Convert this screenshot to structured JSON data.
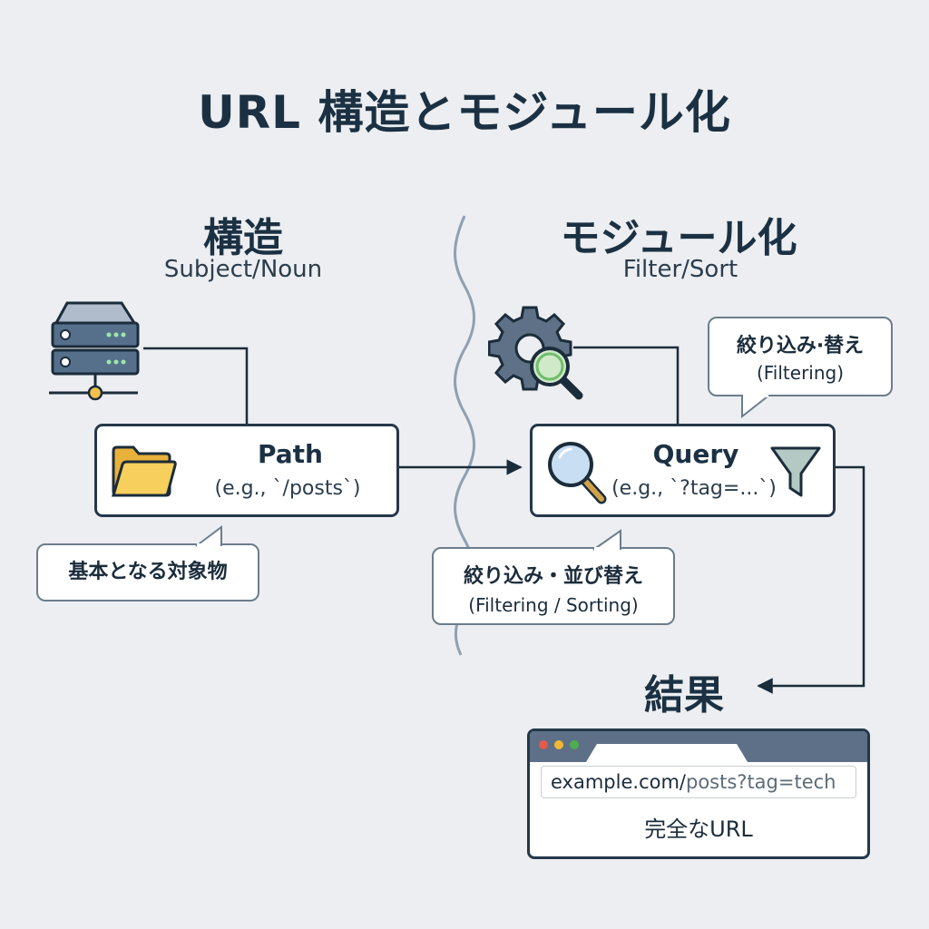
{
  "title": "URL 構造とモジュール化",
  "left": {
    "heading": "構造",
    "subheading": "Subject/Noun",
    "box": {
      "title": "Path",
      "example": "(e.g., `/posts`)"
    },
    "bubble": {
      "text": "基本となる対象物"
    }
  },
  "right": {
    "heading": "モジュール化",
    "subheading": "Filter/Sort",
    "box": {
      "title": "Query",
      "example": "(e.g., `?tag=...`)"
    },
    "bubble_top": {
      "text": "絞り込み·替え",
      "sub": "(Filtering)"
    },
    "bubble_bottom": {
      "text": "絞り込み・並び替え",
      "sub": "(Filtering / Sorting)"
    }
  },
  "result": {
    "heading": "結果",
    "url_domain": "example.com/",
    "url_rest": "posts?tag=tech",
    "label": "完全なURL"
  },
  "icons": {
    "server": "server-icon",
    "folder": "folder-icon",
    "gear": "gear-search-icon",
    "magnifier": "magnifier-icon",
    "funnel": "funnel-icon"
  },
  "colors": {
    "background": "#eceef1",
    "ink": "#1b3143",
    "folder": "#f2c552",
    "lens": "#c8def2",
    "lens_green": "#cfe9c9",
    "funnel": "#b5c9c4",
    "dot_red": "#e45a4d",
    "dot_yellow": "#f1b92f",
    "dot_green": "#4cae4f"
  }
}
